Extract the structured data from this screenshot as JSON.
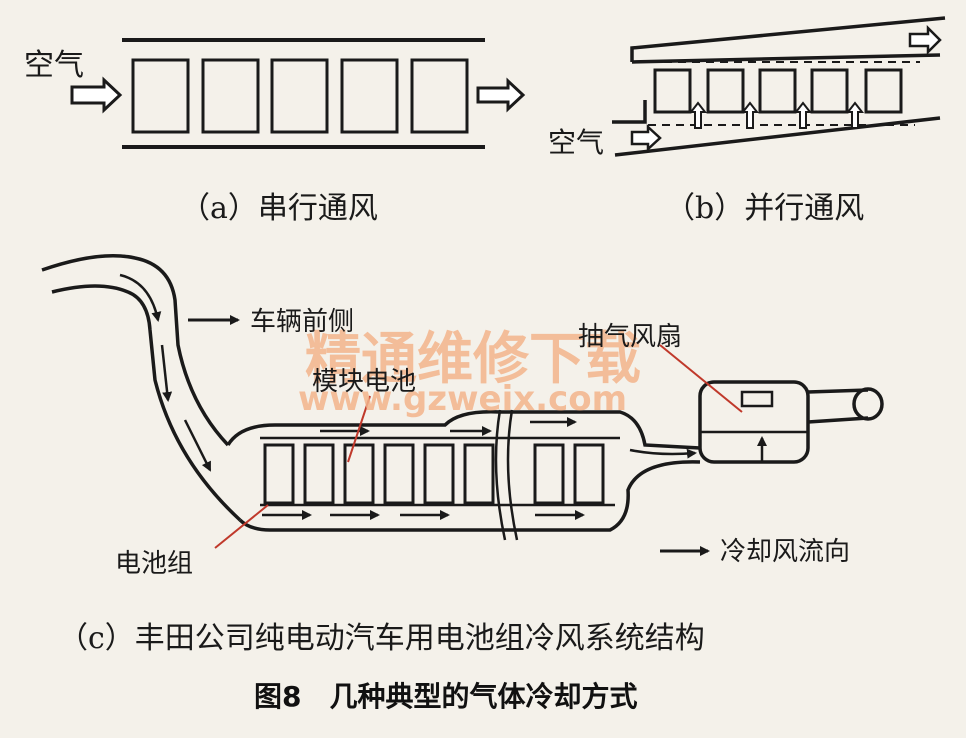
{
  "panel_a": {
    "air_label": "空气",
    "caption": "（a）串行通风"
  },
  "panel_b": {
    "air_label": "空气",
    "caption": "（b）并行通风"
  },
  "panel_c": {
    "label_vehicle_front": "车辆前侧",
    "label_module_battery": "模块电池",
    "label_exhaust_fan": "抽气风扇",
    "label_battery_pack": "电池组",
    "label_cooling_flow": "冷却风流向",
    "caption": "（c）丰田公司纯电动汽车用电池组冷风系统结构"
  },
  "watermark": {
    "line1": "精通维修下载",
    "line2": "www.gzweix.com"
  },
  "figure_title": "图8　几种典型的气体冷却方式",
  "colors": {
    "ink": "#1a1a1a",
    "background": "#f4f1ea",
    "watermark": "#f3b48c",
    "pointer": "#c0392b"
  }
}
